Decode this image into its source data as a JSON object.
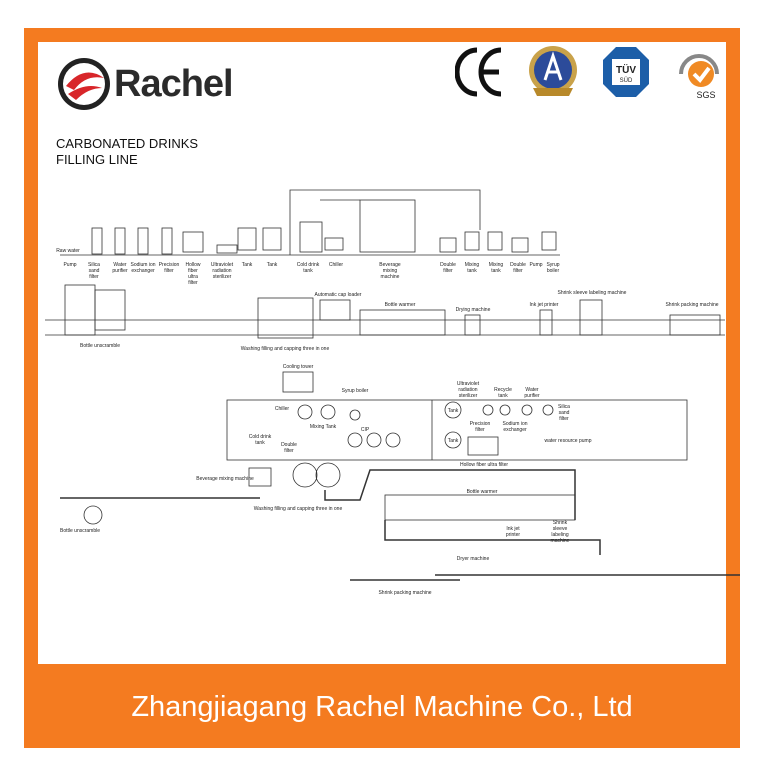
{
  "brand": {
    "name": "Rachel",
    "accent": "#f47b20",
    "logo_red": "#d8262a"
  },
  "title": {
    "line1": "CARBONATED DRINKS",
    "line2": "FILLING LINE"
  },
  "certs": {
    "ce": "CE",
    "tuv": "TÜV",
    "tuv_sub": "SÜD",
    "sgs": "SGS"
  },
  "top_labels": {
    "raw_water": "Raw water",
    "pump": "Pump",
    "silica": "Silica sand filter",
    "purifier": "Water purifier",
    "sodium": "Sodium ion exchanger",
    "precision": "Precision filter",
    "hollow": "Hollow fiber ultra filter",
    "uv": "Ultraviolet radiation sterilizer",
    "tank1": "Tank",
    "tank2": "Tank",
    "cold": "Cold drink tank",
    "chiller": "Chiller",
    "mixer": "Beverage mixing machine",
    "double1": "Double filter",
    "mixing1": "Mixing tank",
    "mixing2": "Mixing tank",
    "double2": "Double filter",
    "pump2": "Pump",
    "syrup": "Syrup boiler"
  },
  "line_labels": {
    "unscramble": "Bottle unscramble",
    "washing": "Washing filling and capping three in one",
    "caploader": "Automatic cap loader",
    "warmer": "Bottle warmer",
    "drying": "Drying machine",
    "inkjet": "Ink jet printer",
    "sleeve": "Shrink sleeve labeling machine",
    "packing": "Shrink packing machine"
  },
  "plan_labels": {
    "cooling": "Cooling tower",
    "syrup": "Syrup boiler",
    "chiller": "Chiller",
    "cold": "Cold drink tank",
    "mixing": "Mixing Tank",
    "double": "Double filter",
    "cip": "CIP",
    "tank1": "Tank",
    "tank2": "Tank",
    "uv": "Ultraviolet radiation sterilizer",
    "recycle": "Recycle tank",
    "purifier": "Water purifier",
    "silica": "Silica sand filter",
    "precision": "Precision filter",
    "sodium": "Sodium ion exchanger",
    "hollow": "Hollow fiber ultra filter",
    "pump": "water resource pump",
    "mixer": "Beverage mixing machine",
    "washing": "Washing filling and capping three in one",
    "unscramble": "Bottle unscramble",
    "warmer": "Bottle warmer",
    "inkjet": "Ink jet printer",
    "sleeve": "Shrink sleeve labeling machine",
    "dryer": "Dryer machine",
    "packing": "Shrink packing machine"
  },
  "footer": {
    "company": "Zhangjiagang Rachel Machine Co., Ltd"
  }
}
